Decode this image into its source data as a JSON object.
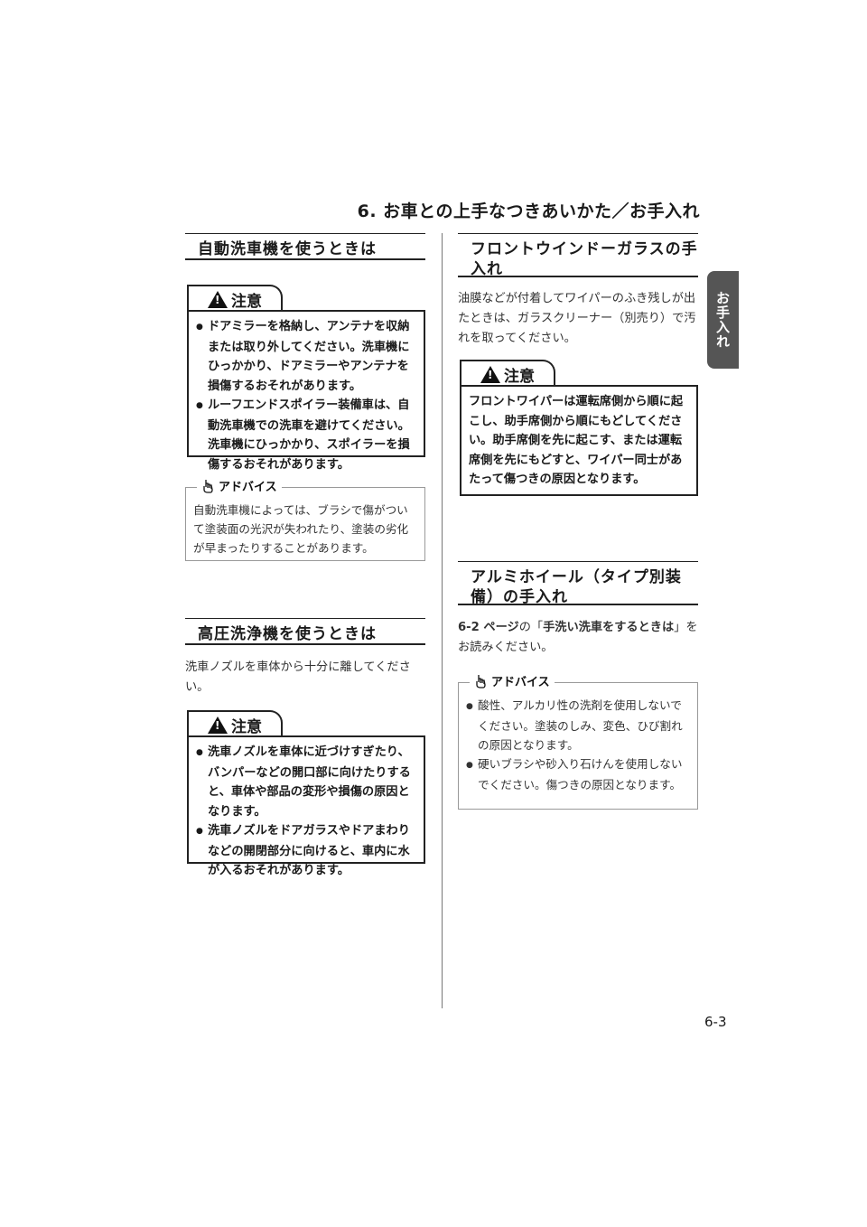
{
  "chapter_title": "6. お車との上手なつきあいかた／お手入れ",
  "side_tab": "お手入れ",
  "page_number": "6-3",
  "left": {
    "sec1": {
      "title": "自動洗車機を使うときは",
      "caution_label": "注意",
      "caution_items": [
        "ドアミラーを格納し、アンテナを収納または取り外してください。洗車機にひっかかり、ドアミラーやアンテナを損傷するおそれがあります。",
        "ルーフエンドスポイラー装備車は、自動洗車機での洗車を避けてください。洗車機にひっかかり、スポイラーを損傷するおそれがあります。"
      ],
      "advice_label": "アドバイス",
      "advice_text": "自動洗車機によっては、ブラシで傷がついて塗装面の光沢が失われたり、塗装の劣化が早まったりすることがあります。"
    },
    "sec2": {
      "title": "高圧洗浄機を使うときは",
      "body": "洗車ノズルを車体から十分に離してください。",
      "caution_label": "注意",
      "caution_items": [
        "洗車ノズルを車体に近づけすぎたり、バンパーなどの開口部に向けたりすると、車体や部品の変形や損傷の原因となります。",
        "洗車ノズルをドアガラスやドアまわりなどの開閉部分に向けると、車内に水が入るおそれがあります。"
      ]
    }
  },
  "right": {
    "sec3": {
      "title": "フロントウインドーガラスの手入れ",
      "body": "油膜などが付着してワイパーのふき残しが出たときは、ガラスクリーナー（別売り）で汚れを取ってください。",
      "caution_label": "注意",
      "caution_text": "フロントワイパーは運転席側から順に起こし、助手席側から順にもどしてください。助手席側を先に起こす、または運転席側を先にもどすと、ワイパー同士があたって傷つきの原因となります。"
    },
    "sec4": {
      "title": "アルミホイール（タイプ別装備）の手入れ",
      "body_ref": "6-2 ページ",
      "body_mid": "の「",
      "body_bold": "手洗い洗車をするときは",
      "body_end": "」をお読みください。",
      "advice_label": "アドバイス",
      "advice_items": [
        "酸性、アルカリ性の洗剤を使用しないでください。塗装のしみ、変色、ひび割れの原因となります。",
        "硬いブラシや砂入り石けんを使用しないでください。傷つきの原因となります。"
      ]
    }
  }
}
